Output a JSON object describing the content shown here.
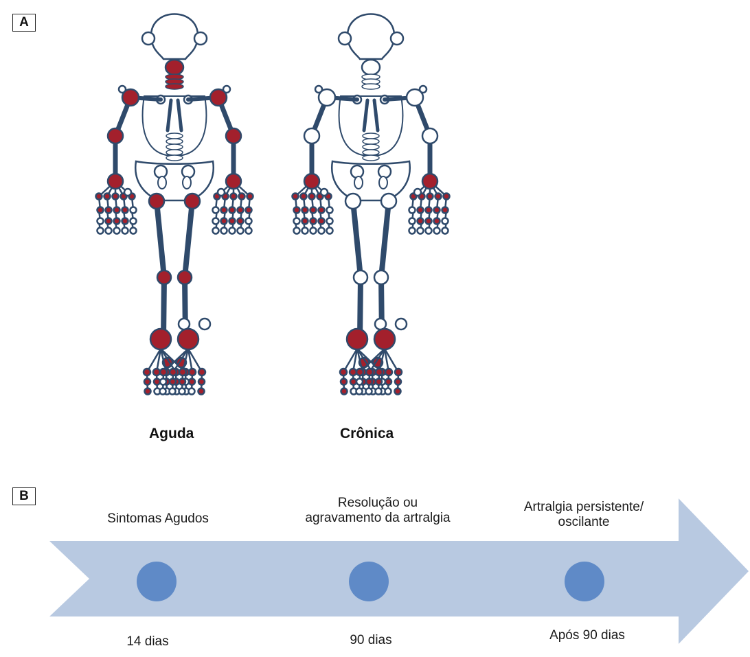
{
  "panel_a": {
    "tag": "A",
    "skeletons": [
      {
        "caption": "Aguda"
      },
      {
        "caption": "Crônica"
      }
    ]
  },
  "panel_b": {
    "tag": "B",
    "phases": [
      {
        "label_line1": "Sintomas Agudos",
        "label_line2": "",
        "days": "14 dias"
      },
      {
        "label_line1": "Resolução ou",
        "label_line2": "agravamento da artralgia",
        "days": "90 dias"
      },
      {
        "label_line1": "Artralgia persistente/",
        "label_line2": "oscilante",
        "days": "Após 90 dias"
      }
    ]
  },
  "colors": {
    "bone": "#2f4a6b",
    "affected_joint": "#a3202c",
    "arrow": "#b8c9e1",
    "marker": "#5f8ac7"
  }
}
